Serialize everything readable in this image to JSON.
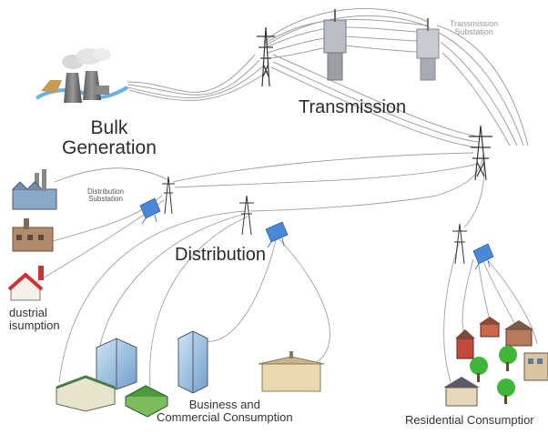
{
  "labels": {
    "bulk_generation": [
      "Bulk",
      "Generation"
    ],
    "transmission": "Transmission",
    "transmission_substation": [
      "Transmission",
      "Substation"
    ],
    "distribution": "Distribution",
    "distribution_substation": [
      "Distribution",
      "Substation"
    ],
    "industrial": [
      "dustrial",
      "isumption"
    ],
    "business": [
      "Business and",
      "Commercial Consumption"
    ],
    "residential": "Residential Consumptior"
  },
  "colors": {
    "line": "#9a9a9a",
    "tower": "#3a3a3a",
    "substation": "#4a88d8",
    "tree": "#3fb53a",
    "factory_roof": "#cc3333",
    "greenhouse": "#4c9a3c"
  },
  "icons": [
    "power-plant-icon",
    "transmission-tower-icon",
    "substation-icon",
    "factory-icon",
    "office-building-icon",
    "house-icon",
    "tree-icon"
  ]
}
